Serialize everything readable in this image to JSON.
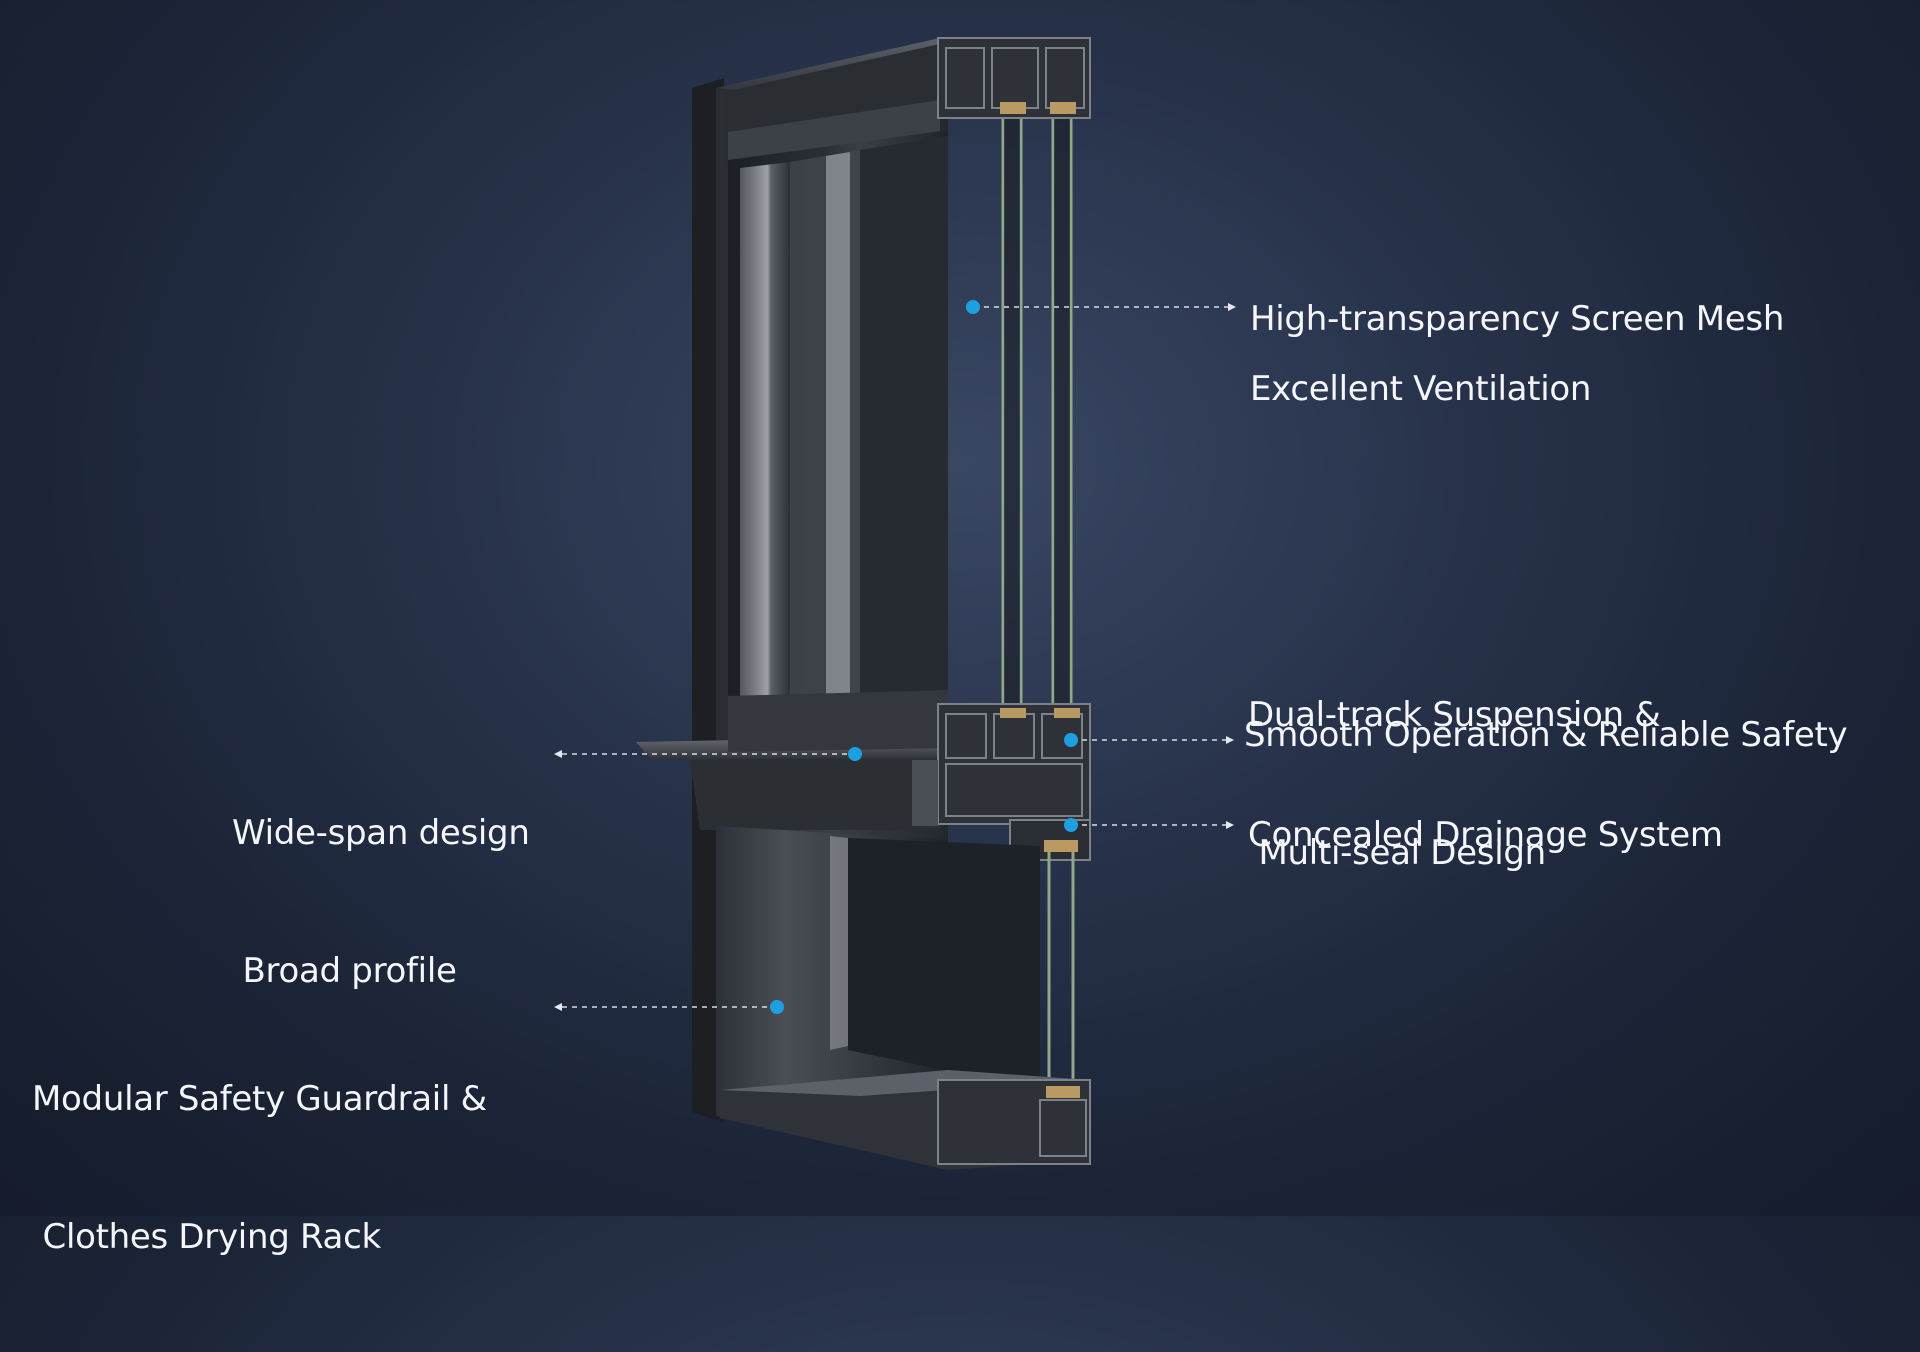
{
  "colors": {
    "background": "#1f283b",
    "frame": "#2b2e33",
    "frame_highlight": "#6f747c",
    "glass": "#1c2029",
    "glass_edge": "#9fb59a",
    "seal": "#b89a62",
    "dot": "#1e9fe0",
    "text": "#f4f6fa"
  },
  "callouts": [
    {
      "id": "screen-mesh",
      "lines": [
        "High-transparency Screen Mesh",
        "Excellent Ventilation"
      ]
    },
    {
      "id": "dual-track",
      "lines": [
        "Dual-track Suspension &",
        " Multi-seal Design"
      ]
    },
    {
      "id": "smooth-operation",
      "lines": [
        "Smooth Operation & Reliable Safety"
      ]
    },
    {
      "id": "drainage",
      "lines": [
        "Concealed Drainage System"
      ]
    },
    {
      "id": "wide-span",
      "lines": [
        "Wide-span design",
        " Broad profile"
      ]
    },
    {
      "id": "guardrail",
      "lines": [
        "Modular Safety Guardrail &",
        " Clothes Drying Rack"
      ]
    }
  ]
}
